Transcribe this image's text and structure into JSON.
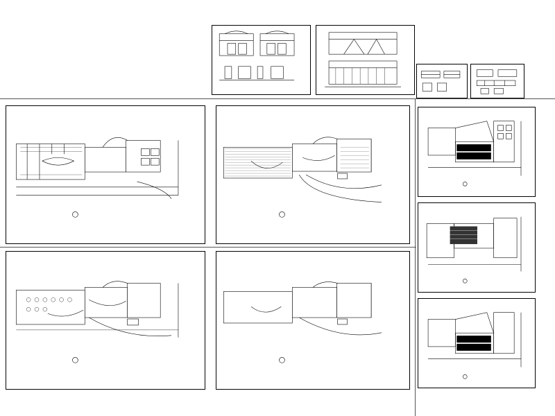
{
  "drawing_set": {
    "sheets": [
      {
        "id": "elevation-sheet-1"
      },
      {
        "id": "elevation-sheet-2"
      },
      {
        "id": "detail-sheet-1"
      },
      {
        "id": "detail-sheet-2"
      },
      {
        "id": "floor-plan-1"
      },
      {
        "id": "floor-plan-2"
      },
      {
        "id": "floor-plan-3"
      },
      {
        "id": "floor-plan-4"
      },
      {
        "id": "floor-plan-5"
      },
      {
        "id": "floor-plan-6"
      },
      {
        "id": "floor-plan-7"
      }
    ]
  },
  "colors": {
    "line": "#000000",
    "paper": "#ffffff",
    "hatch": "#333333"
  }
}
